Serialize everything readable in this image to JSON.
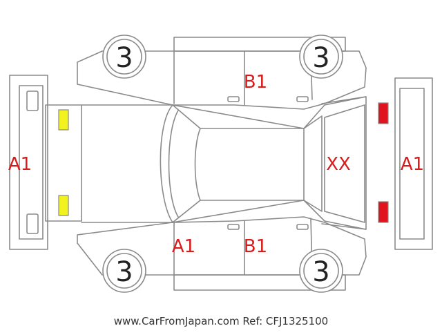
{
  "colors": {
    "outline": "#8a8a8a",
    "label": "#d81c1c",
    "marker_yellow": "#f2f21e",
    "marker_red": "#e0141e",
    "background": "#ffffff"
  },
  "wheels": {
    "front_left": "3",
    "rear_left": "3",
    "front_right": "3",
    "rear_right": "3"
  },
  "labels": {
    "front_bumper": "A1",
    "rear_bumper": "A1",
    "left_door": "B1",
    "right_door": "B1",
    "right_front": "A1",
    "rear_glass": "XX"
  },
  "markers": {
    "front_lights": "yellow",
    "rear_lights": "red"
  },
  "footer": {
    "text": "www.CarFromJapan.com Ref: CFJ1325100"
  }
}
